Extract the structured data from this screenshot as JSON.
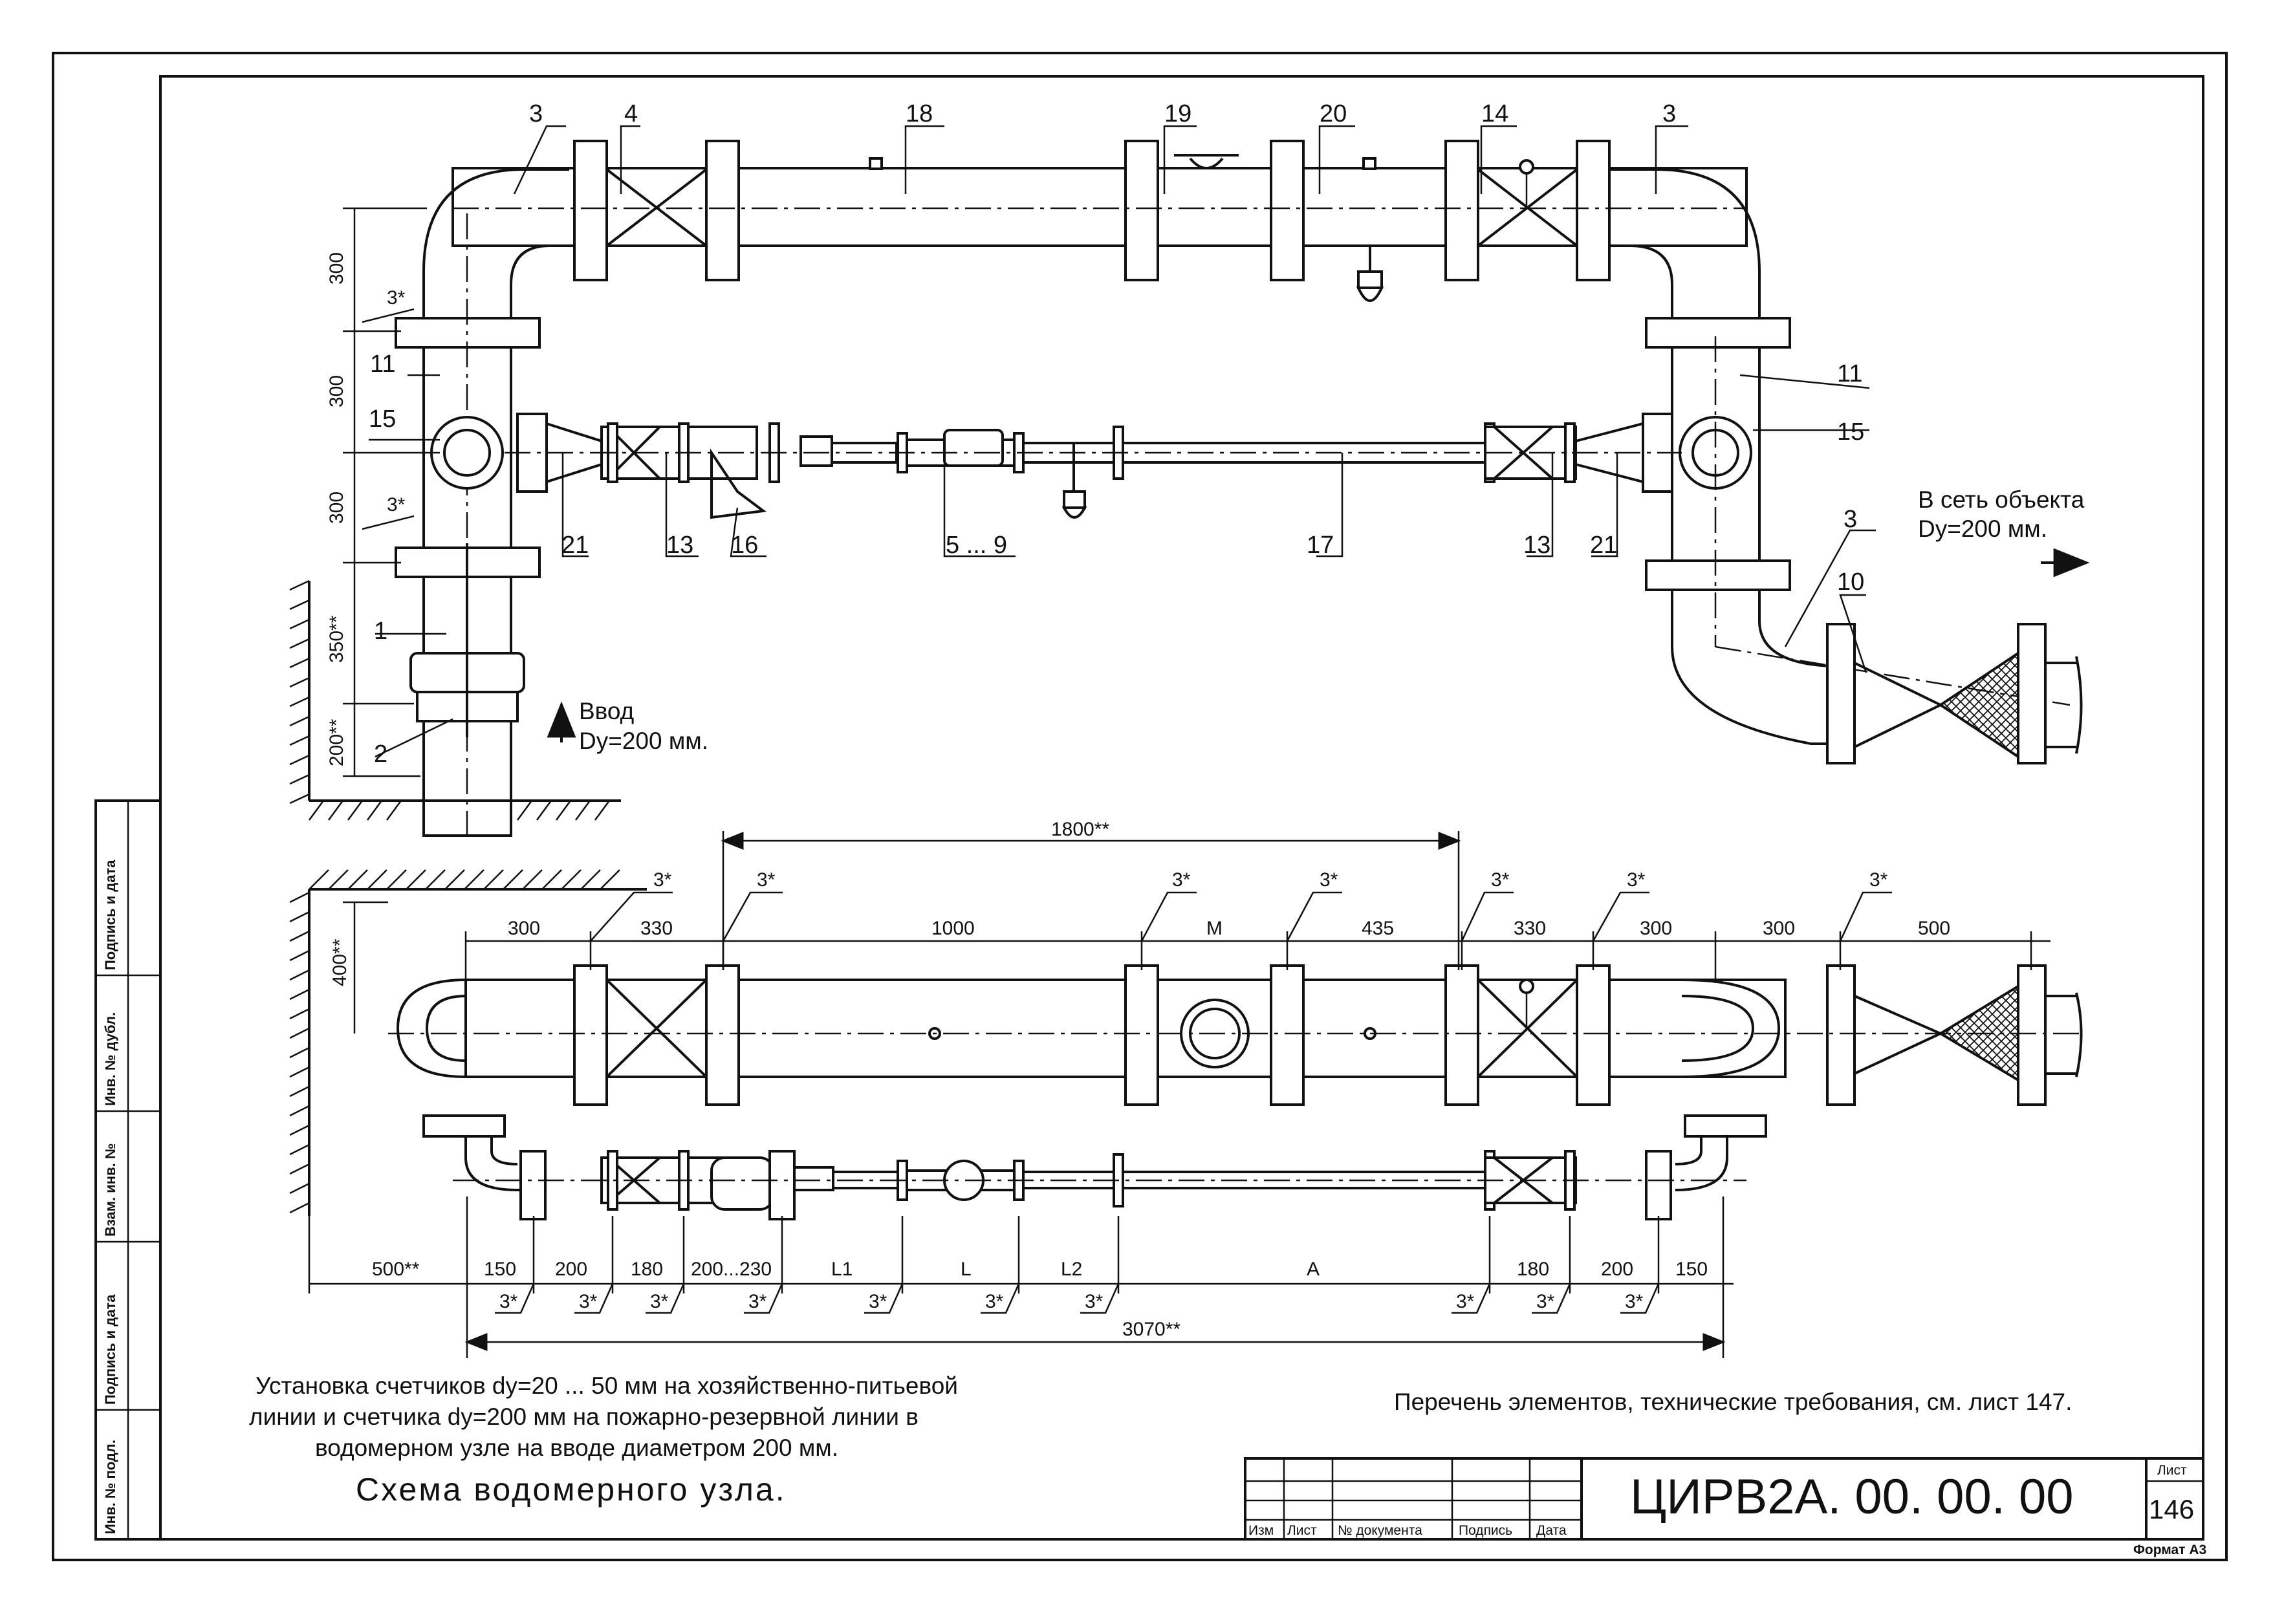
{
  "sheet": {
    "title_lines": [
      "Установка счетчиков dy=20 ... 50 мм на хозяйственно-питьевой",
      "линии и счетчика dy=200 мм на пожарно-резервной линии в",
      "водомерном узле на вводе диаметром 200 мм."
    ],
    "caption": "Схема водомерного узла.",
    "reference_note": "Перечень элементов, технические требования, см. лист 147.",
    "document_code": "ЦИРВ2А. 00. 00. 00",
    "sheet_label": "Лист",
    "sheet_number": "146",
    "format": "Формат А3"
  },
  "title_block": {
    "columns": [
      "Изм",
      "Лист",
      "№ документа",
      "Подпись",
      "Дата"
    ]
  },
  "side_stamp": [
    "Подпись и дата",
    "Инв. № дубл.",
    "Взам. инв. №",
    "Подпись и дата",
    "Инв. № подл."
  ],
  "plan_top": {
    "inlet_line1": "Ввод",
    "inlet_line2": "Dy=200 мм.",
    "outlet_line1": "В сеть объекта",
    "outlet_line2": "Dy=200 мм.",
    "callouts": {
      "c3a": "3",
      "c4": "4",
      "c18": "18",
      "c19": "19",
      "c20": "20",
      "c14": "14",
      "c3b": "3",
      "c11a": "11",
      "c15a": "15",
      "c21a": "21",
      "c13a": "13",
      "c16": "16",
      "c5_9": "5 ... 9",
      "c17": "17",
      "c13b": "13",
      "c21b": "21",
      "c11b": "11",
      "c15b": "15",
      "c3c": "3",
      "c10": "10",
      "c1": "1",
      "c2": "2"
    },
    "vertical_dims": {
      "v1": "300",
      "v2": "300",
      "v3": "300",
      "v4": "350**",
      "v5": "200**",
      "s1": "3*",
      "s2": "3*"
    }
  },
  "plan_bottom": {
    "vertical_dim": "400**",
    "overall_top": "1800**",
    "top_dims": {
      "d1": "300",
      "d2": "330",
      "d3": "1000",
      "d4": "M",
      "d5": "435",
      "d6": "330",
      "d7": "300",
      "d8": "300",
      "d9": "500"
    },
    "top_marks": {
      "m1": "3*",
      "m2": "3*",
      "m3": "3*",
      "m4": "3*",
      "m5": "3*",
      "m6": "3*",
      "m7": "3*"
    },
    "bottom_dims": {
      "b1": "500**",
      "b2": "150",
      "b3": "200",
      "b4": "180",
      "b5": "200...230",
      "b6": "L1",
      "b7": "L",
      "b8": "L2",
      "b9": "A",
      "b10": "180",
      "b11": "200",
      "b12": "150"
    },
    "bottom_marks": {
      "k1": "3*",
      "k2": "3*",
      "k3": "3*",
      "k4": "3*",
      "k5": "3*",
      "k6": "3*",
      "k7": "3*",
      "k8": "3*",
      "k9": "3*"
    },
    "overall_bottom": "3070**"
  }
}
